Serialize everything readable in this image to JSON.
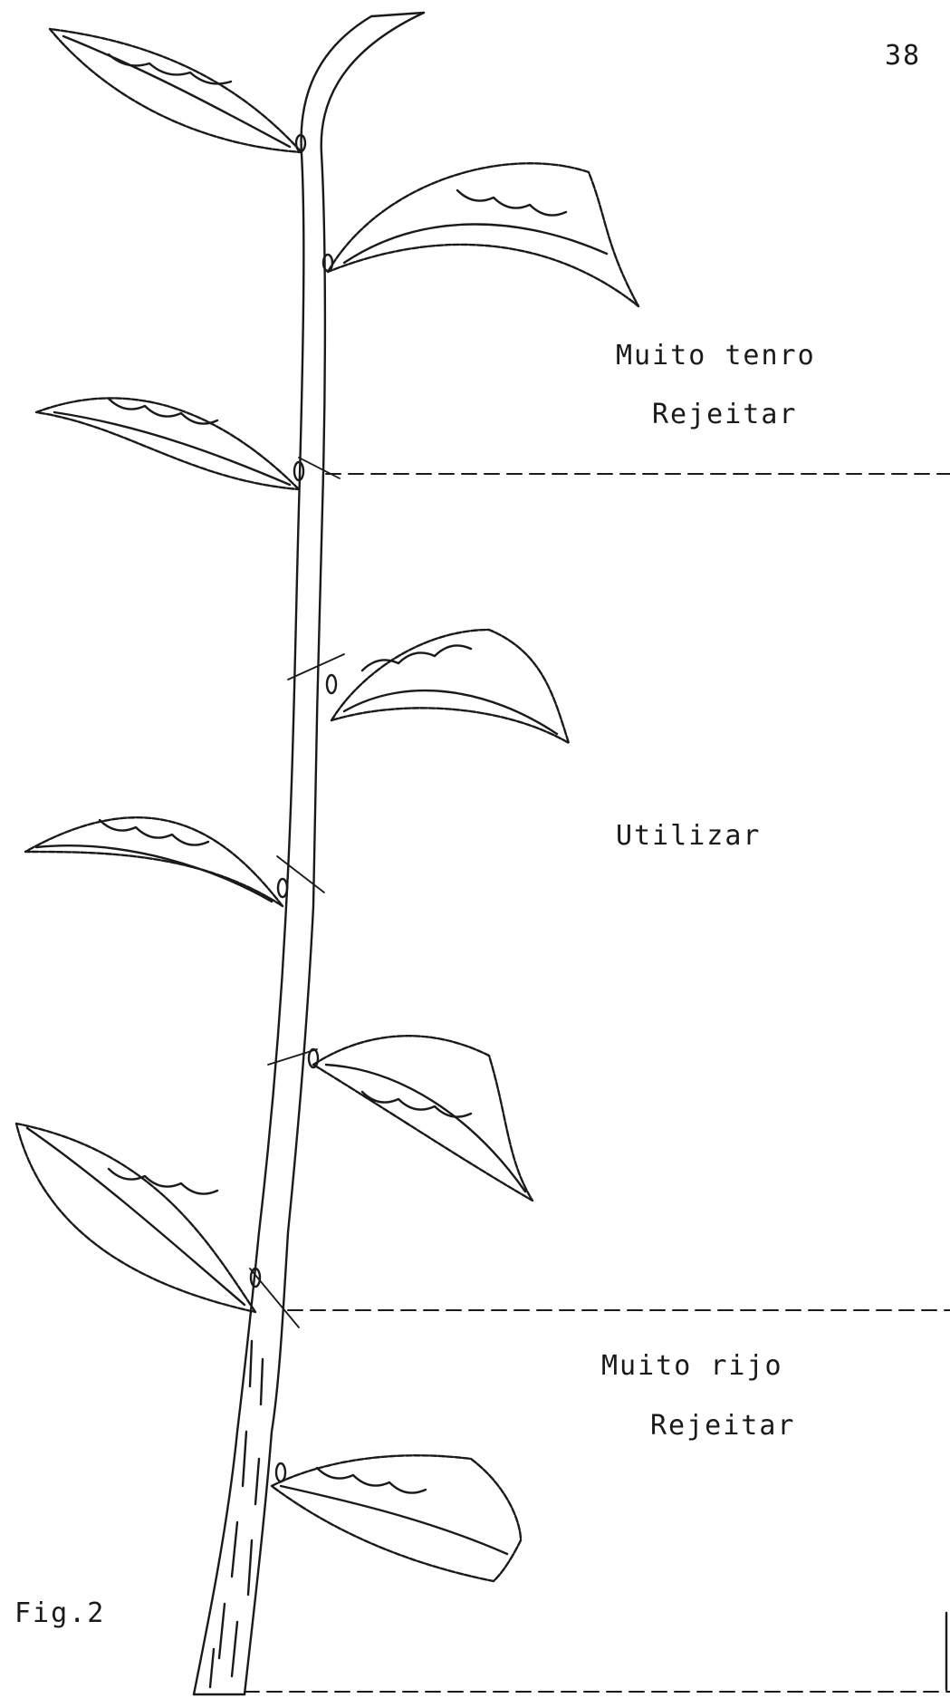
{
  "page_number": "38",
  "zones": {
    "top": {
      "label": "Muito tenro",
      "action": "Rejeitar"
    },
    "middle": {
      "label": "Utilizar"
    },
    "bottom": {
      "label": "Muito rijo",
      "action": "Rejeitar"
    }
  },
  "figure_label": "Fig.2",
  "colors": {
    "ink": "#1a1a1a",
    "paper": "#ffffff"
  },
  "icons": [
    "leaf-icon",
    "stem-icon",
    "dashed-divider"
  ]
}
